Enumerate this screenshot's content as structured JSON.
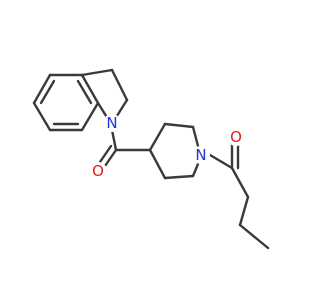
{
  "molecule": {
    "atoms": [
      {
        "symbol": "N",
        "color": "#2030e0"
      },
      {
        "symbol": "O",
        "color": "#e02020"
      },
      {
        "symbol": "N",
        "color": "#2030e0"
      },
      {
        "symbol": "O",
        "color": "#e02020"
      }
    ]
  }
}
